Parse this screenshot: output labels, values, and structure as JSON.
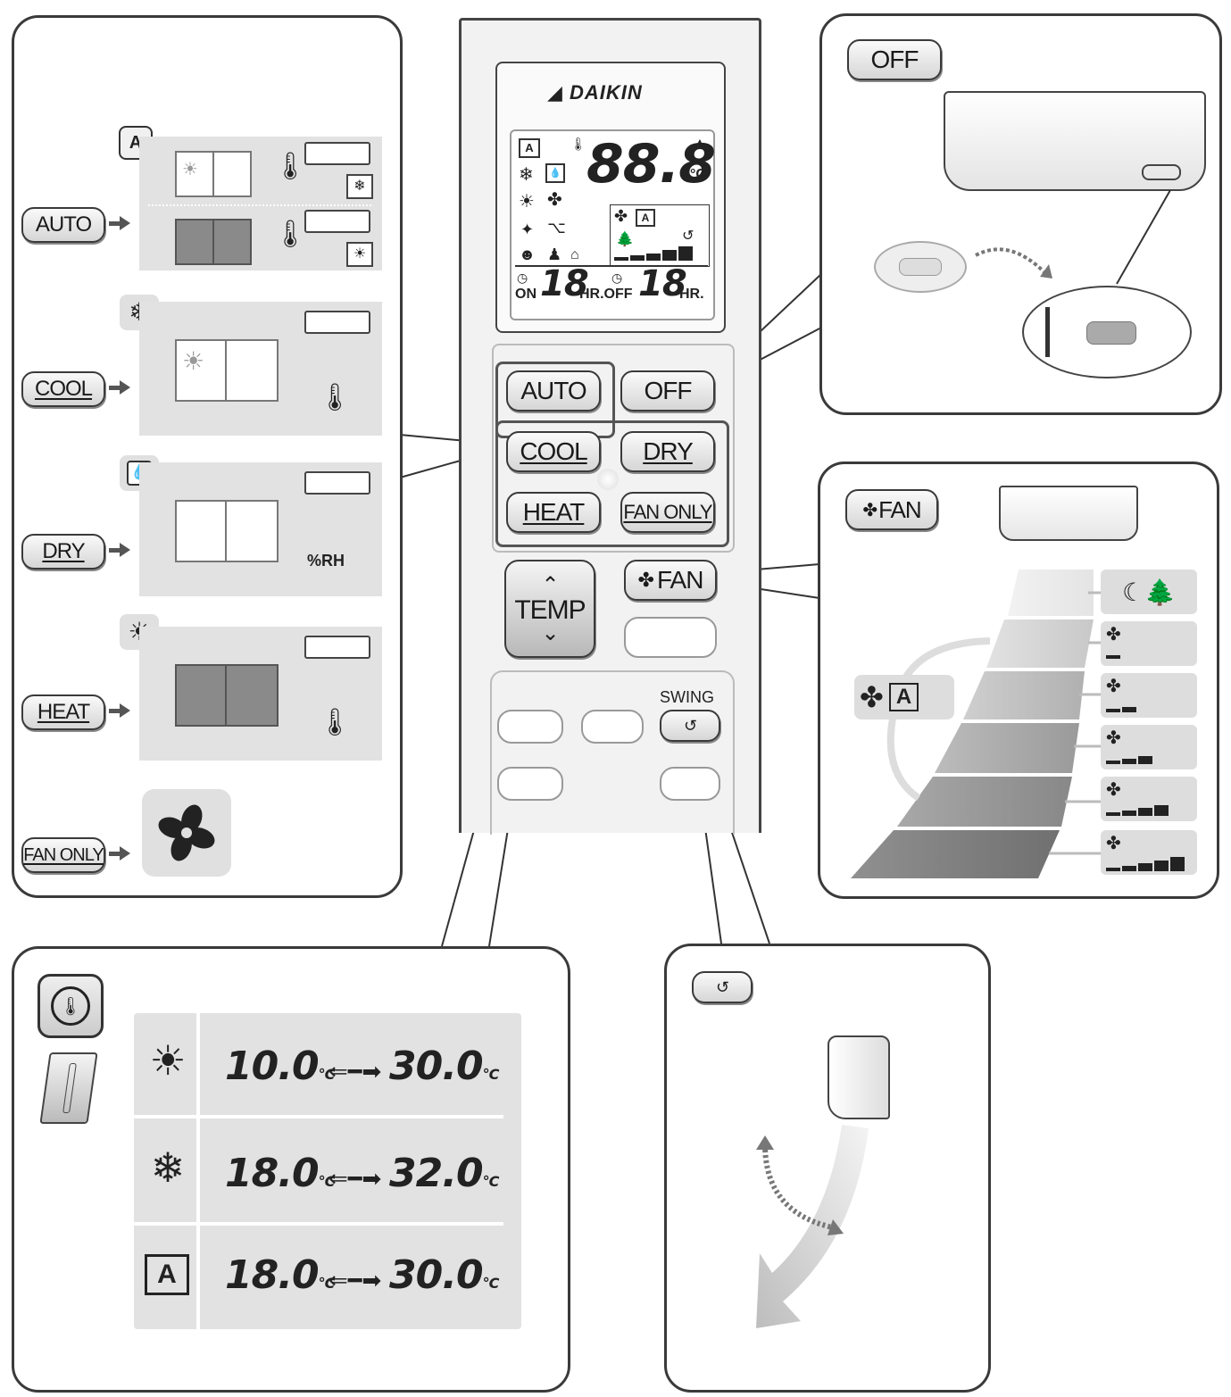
{
  "remote": {
    "brand": "DAIKIN",
    "lcd": {
      "temp_digits": "88.8",
      "temp_unit": "°C",
      "on_label": "ON",
      "on_digits": "18",
      "hr_off_label": "HR.OFF",
      "off_digits": "18",
      "hr_label": "HR."
    },
    "buttons": {
      "auto": "AUTO",
      "off": "OFF",
      "cool": "COOL",
      "dry": "DRY",
      "heat": "HEAT",
      "fan_only": "FAN ONLY",
      "temp": "TEMP",
      "fan": "FAN",
      "swing": "SWING"
    }
  },
  "modes_panel": {
    "auto": "AUTO",
    "cool": "COOL",
    "dry": "DRY",
    "heat": "HEAT",
    "fan_only": "FAN ONLY",
    "rh_label": "%RH"
  },
  "off_panel": {
    "button": "OFF"
  },
  "fan_panel": {
    "button": "FAN",
    "levels": 6,
    "auto_label": "A"
  },
  "temp_panel": {
    "rows": [
      {
        "icon": "sun-icon",
        "min": "10.0",
        "max": "30.0",
        "unit": "°C"
      },
      {
        "icon": "snowflake-icon",
        "min": "18.0",
        "max": "32.0",
        "unit": "°C"
      },
      {
        "icon": "auto-icon",
        "min": "18.0",
        "max": "30.0",
        "unit": "°C"
      }
    ],
    "auto_letter": "A"
  },
  "swing_panel": {
    "icon": "swing-icon"
  },
  "colors": {
    "panel_border": "#3a3a3a",
    "grey_box": "#e2e2e2",
    "remote_body": "#f2f2f2"
  }
}
